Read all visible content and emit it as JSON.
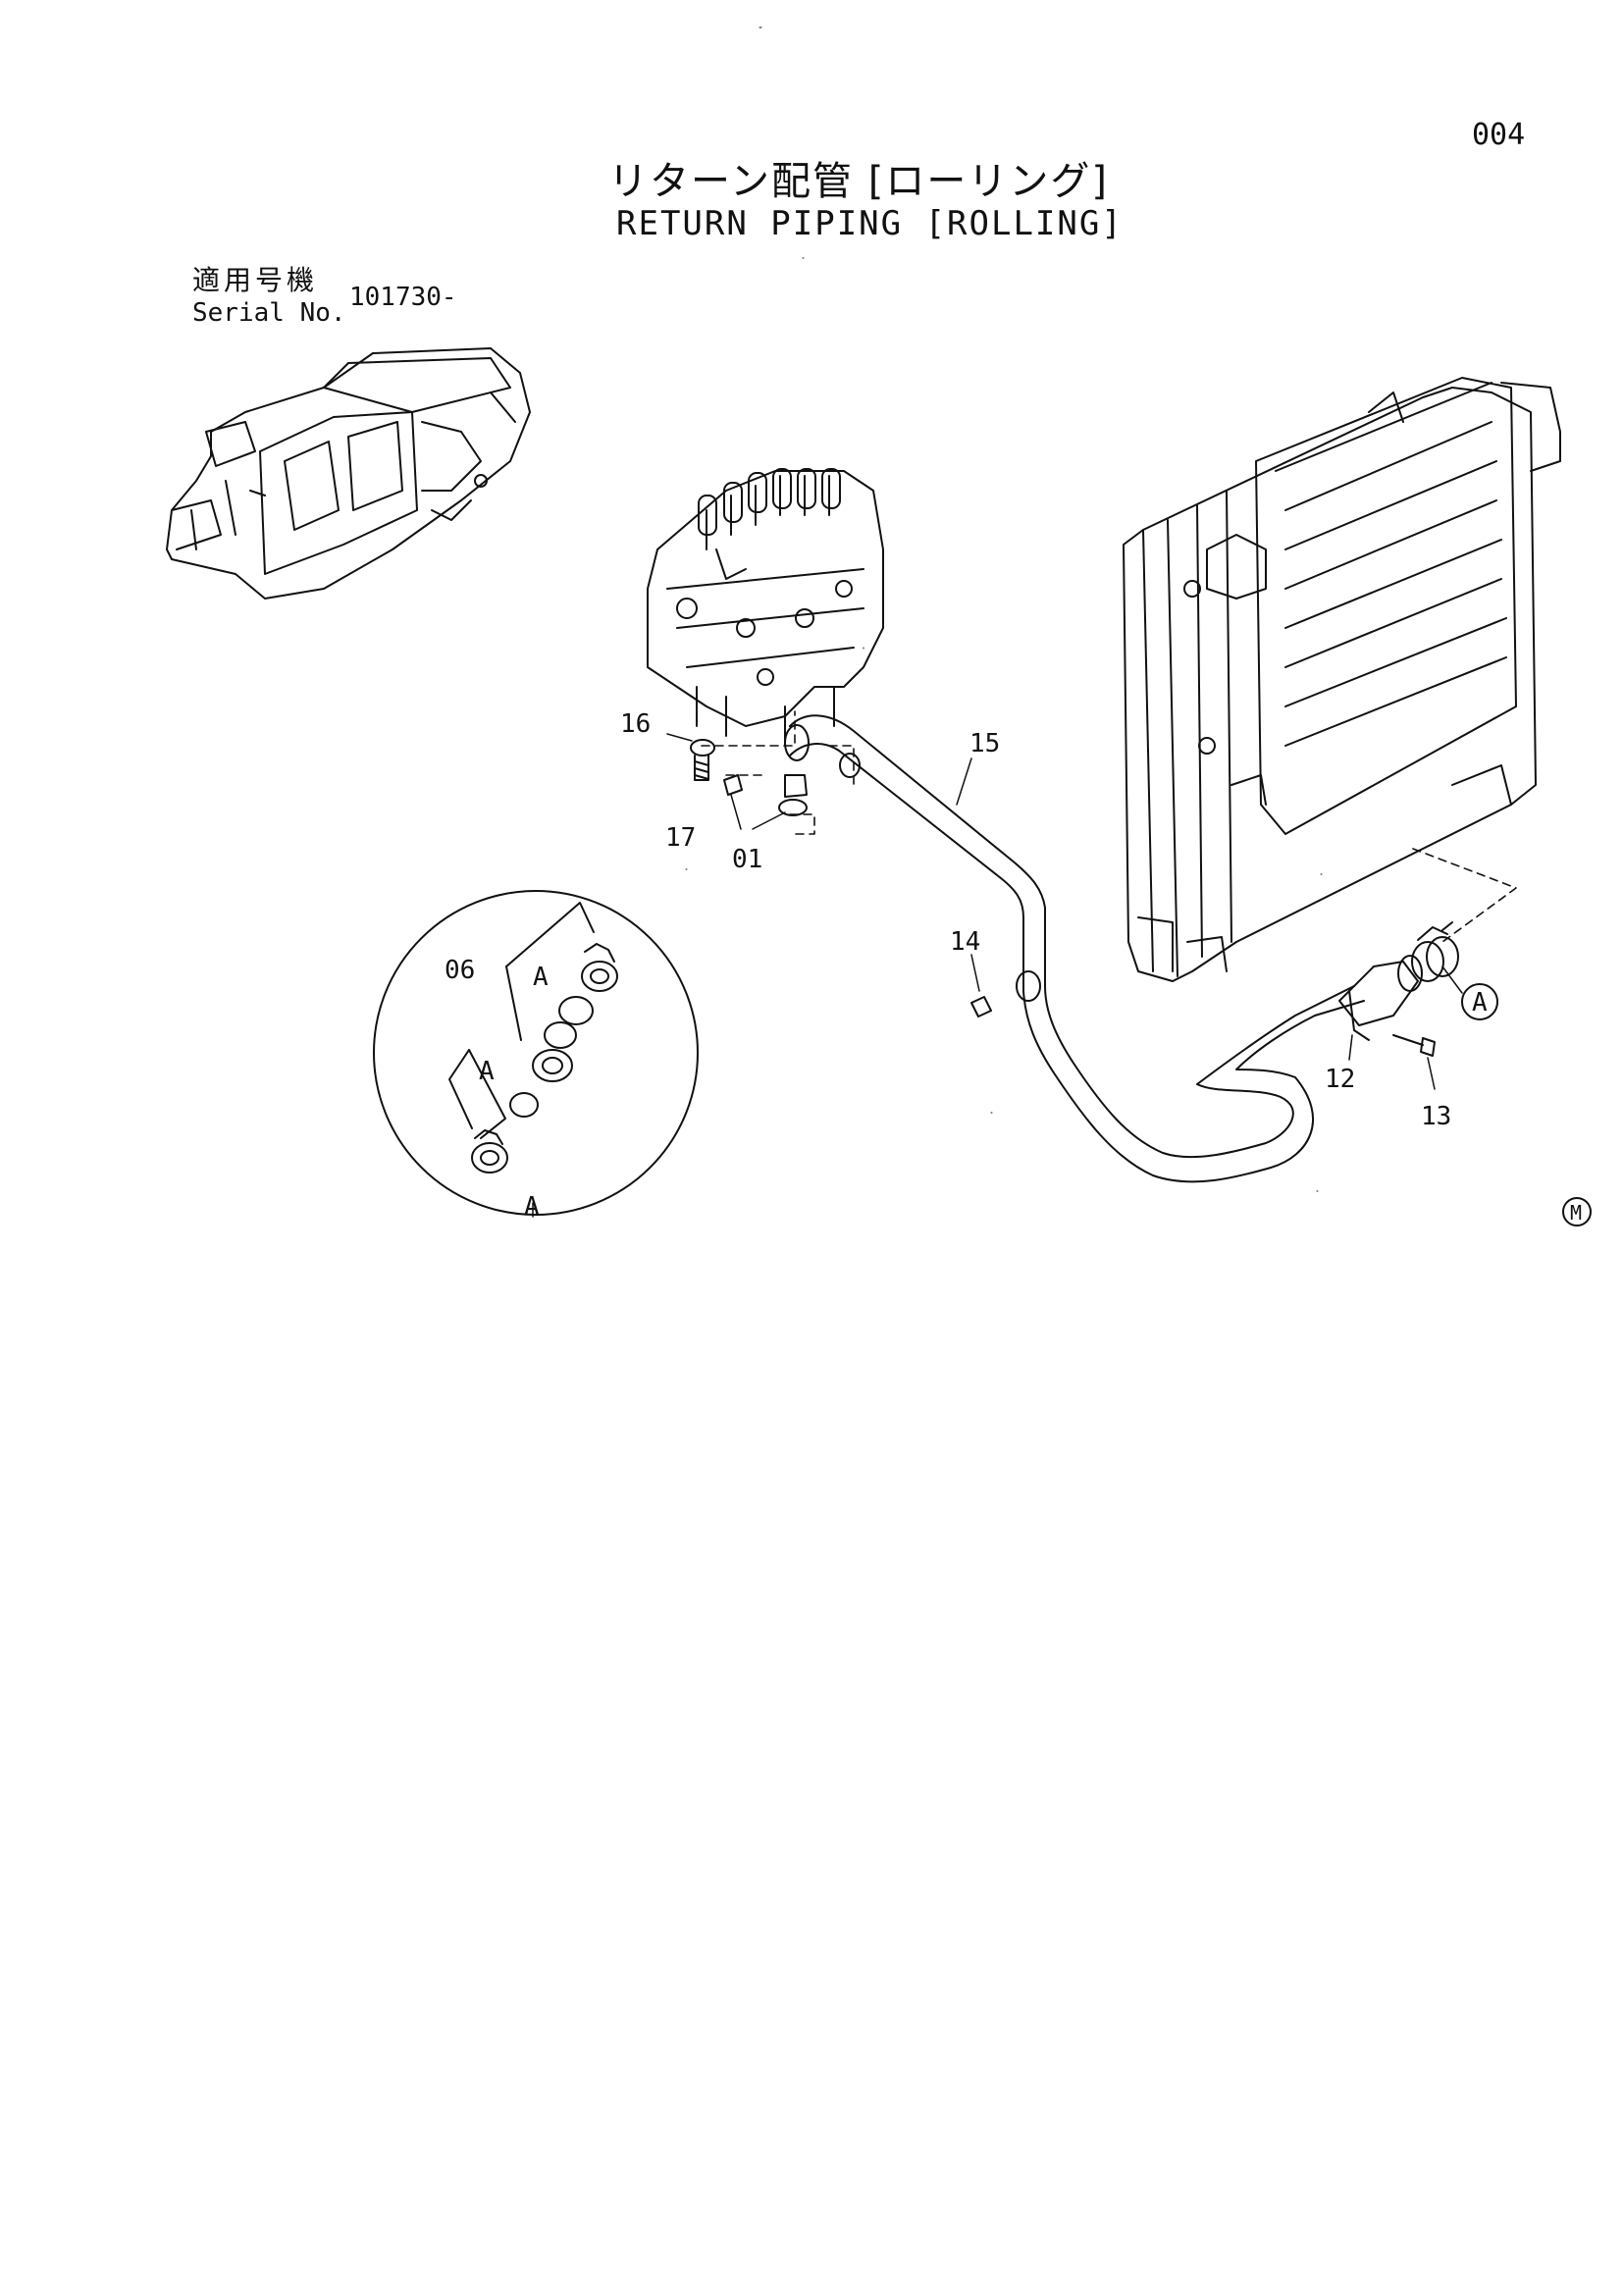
{
  "header": {
    "page_number": "004",
    "title_jp": "リターン配管 [ローリング]",
    "title_en": "RETURN PIPING [ROLLING]"
  },
  "serial": {
    "label_jp": "適用号機",
    "label_en": "Serial No.",
    "value": "101730-"
  },
  "callouts": {
    "p01": "01",
    "p06": "06",
    "p12": "12",
    "p13": "13",
    "p14": "14",
    "p15": "15",
    "p16": "16",
    "p17": "17",
    "ref_a": "A",
    "detail_a": "A",
    "detail_a_upper": "A",
    "detail_a_lower": "A"
  },
  "mark": "M"
}
